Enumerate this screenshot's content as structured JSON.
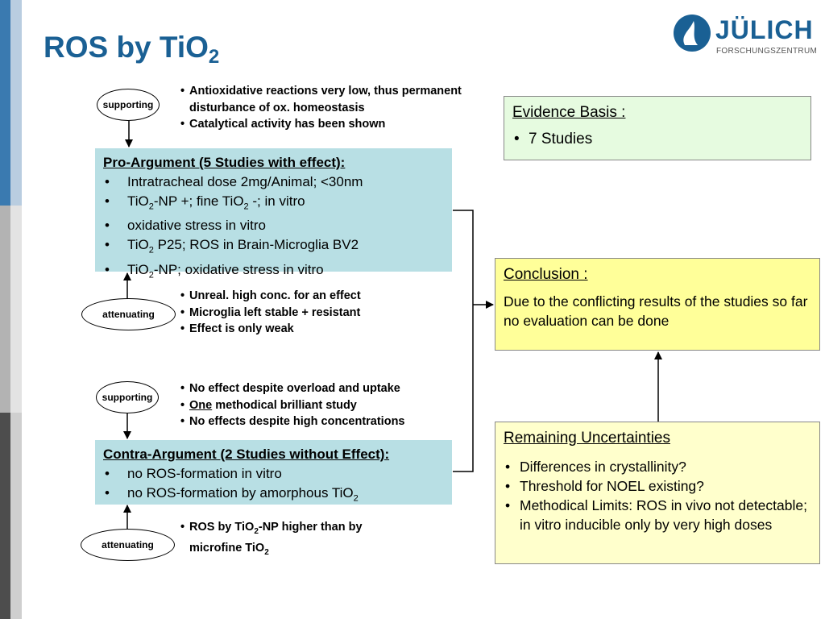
{
  "title": {
    "main": "ROS by TiO",
    "sub": "2"
  },
  "logo": {
    "word": "JÜLICH",
    "subtitle": "FORSCHUNGSZENTRUM"
  },
  "ovals": {
    "supporting_1": "supporting",
    "attenuating_1": "attenuating",
    "supporting_2": "supporting",
    "attenuating_2": "attenuating"
  },
  "notes_top": [
    "Antioxidative reactions very low, thus permanent disturbance of ox. homeostasis",
    "Catalytical activity has been shown"
  ],
  "notes_mid": [
    "Unreal. high conc. for an effect",
    "Microglia left stable + resistant",
    "Effect is only weak"
  ],
  "notes_contra_support": {
    "item1": "No effect despite overload and uptake",
    "item2_underlined": "One",
    "item2_rest": " methodical brilliant study",
    "item3": "No effects despite high concentrations"
  },
  "notes_bottom": {
    "p1": "ROS by TiO",
    "s1": "2",
    "p2": "-NP higher than by microfine TiO",
    "s2": "2"
  },
  "pro": {
    "heading": "Pro-Argument (5 Studies with effect):",
    "item1": "Intratracheal dose 2mg/Animal; <30nm",
    "item2": {
      "a": "TiO",
      "s1": "2",
      "b": "-NP +; fine TiO",
      "s2": "2",
      "c": " -; in vitro"
    },
    "item3": "oxidative stress in vitro",
    "item4": {
      "a": "TiO",
      "s1": "2",
      "b": " P25; ROS in Brain-Microglia BV2"
    },
    "item5": {
      "a": "TiO",
      "s1": "2",
      "b": "-NP; oxidative stress in vitro"
    }
  },
  "contra": {
    "heading": "Contra-Argument (2 Studies without Effect):",
    "item1": "no ROS-formation in vitro",
    "item2": {
      "a": "no ROS-formation by amorphous TiO",
      "s": "2"
    }
  },
  "evidence": {
    "heading": "Evidence Basis :",
    "items": [
      "7 Studies"
    ]
  },
  "conclusion": {
    "heading": "Conclusion :",
    "text": "Due to the conflicting results of the studies so far no evaluation can be done"
  },
  "uncertainties": {
    "heading": "Remaining Uncertainties",
    "items": [
      "Differences in crystallinity?",
      "Threshold for NOEL existing?",
      "Methodical Limits: ROS in vivo not detectable; in vitro inducible only by very high doses"
    ]
  },
  "colors": {
    "title": "#1a6094",
    "argument_fill": "#b8dfe4",
    "evidence_fill": "#e6fbe0",
    "conclusion_fill": "#ffff99",
    "uncertainty_fill": "#ffffcc"
  }
}
